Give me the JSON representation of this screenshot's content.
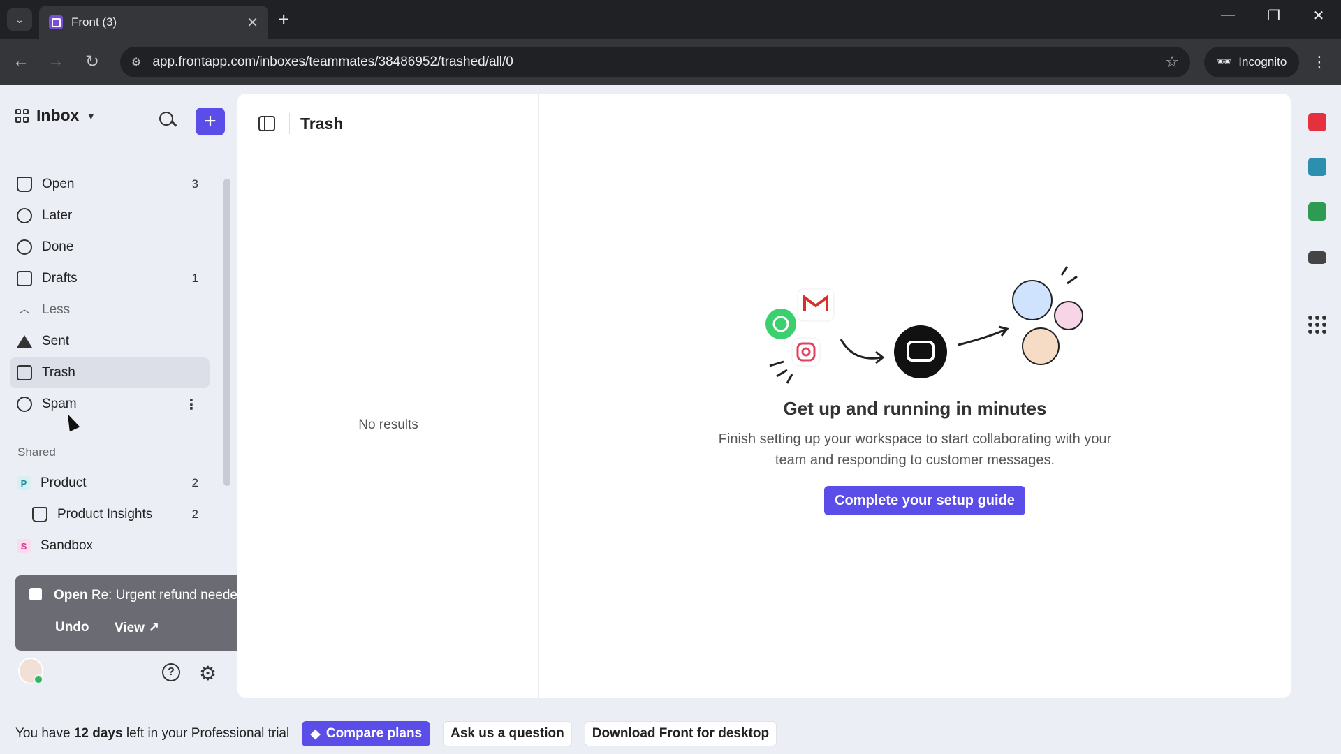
{
  "browser": {
    "tab_title": "Front (3)",
    "url": "app.frontapp.com/inboxes/teammates/38486952/trashed/all/0",
    "profile_label": "Incognito"
  },
  "sidebar": {
    "title": "Inbox",
    "items": [
      {
        "label": "Open",
        "count": "3"
      },
      {
        "label": "Later",
        "count": ""
      },
      {
        "label": "Done",
        "count": ""
      },
      {
        "label": "Drafts",
        "count": "1"
      },
      {
        "label": "Less",
        "count": ""
      },
      {
        "label": "Sent",
        "count": ""
      },
      {
        "label": "Trash",
        "count": ""
      },
      {
        "label": "Spam",
        "count": ""
      }
    ],
    "shared_label": "Shared",
    "shared_items": [
      {
        "label": "Product",
        "badge": "P",
        "count": "2"
      },
      {
        "label": "Product Insights",
        "count": "2"
      },
      {
        "label": "Sandbox",
        "badge": "S",
        "count": ""
      }
    ]
  },
  "toast": {
    "status": "Open",
    "subject": "Re: Urgent refund needed",
    "undo_label": "Undo",
    "view_label": "View"
  },
  "list_pane": {
    "title": "Trash",
    "empty_text": "No results"
  },
  "onboarding": {
    "title": "Get up and running in minutes",
    "description": "Finish setting up your workspace to start collaborating with your team and responding to customer messages.",
    "button_label": "Complete your setup guide"
  },
  "banner": {
    "trial_prefix": "You have ",
    "trial_days": "12 days",
    "trial_suffix": " left in your Professional trial",
    "compare_label": "Compare plans",
    "ask_label": "Ask us a question",
    "download_label": "Download Front for desktop"
  },
  "colors": {
    "accent": "#5b4ee8",
    "app_bg": "#eceef6"
  }
}
